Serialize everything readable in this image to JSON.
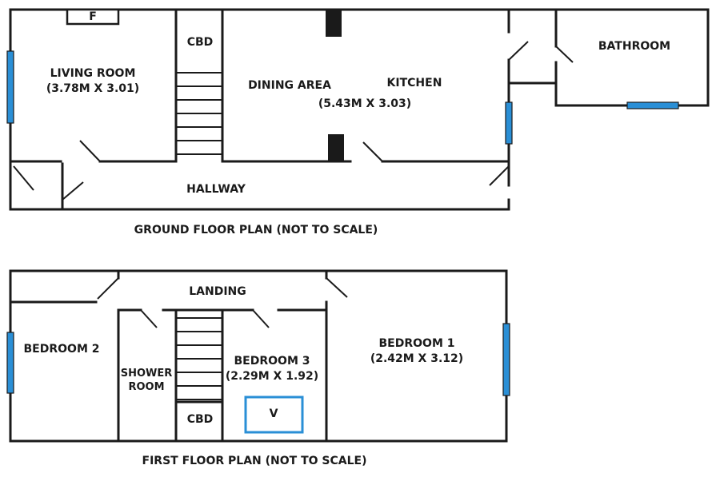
{
  "ground_floor": {
    "caption": "GROUND FLOOR PLAN (NOT TO SCALE)",
    "rooms": {
      "fireplace": "F",
      "living_room": "LIVING ROOM",
      "living_room_size": "(3.78M X 3.01)",
      "cupboard": "CBD",
      "dining_area": "DINING AREA",
      "kitchen": "KITCHEN",
      "kitchen_size": "(5.43M X 3.03)",
      "bathroom": "BATHROOM",
      "hallway": "HALLWAY"
    }
  },
  "first_floor": {
    "caption": "FIRST FLOOR PLAN (NOT TO SCALE)",
    "rooms": {
      "landing": "LANDING",
      "bedroom_2": "BEDROOM 2",
      "shower_room_line1": "SHOWER",
      "shower_room_line2": "ROOM",
      "bedroom_3": "BEDROOM 3",
      "bedroom_3_size": "(2.29M X 1.92)",
      "cupboard": "CBD",
      "vent": "V",
      "bedroom_1": "BEDROOM 1",
      "bedroom_1_size": "(2.42M X 3.12)"
    }
  },
  "colors": {
    "wall": "#1a1a1a",
    "window": "#2a8fd6"
  }
}
